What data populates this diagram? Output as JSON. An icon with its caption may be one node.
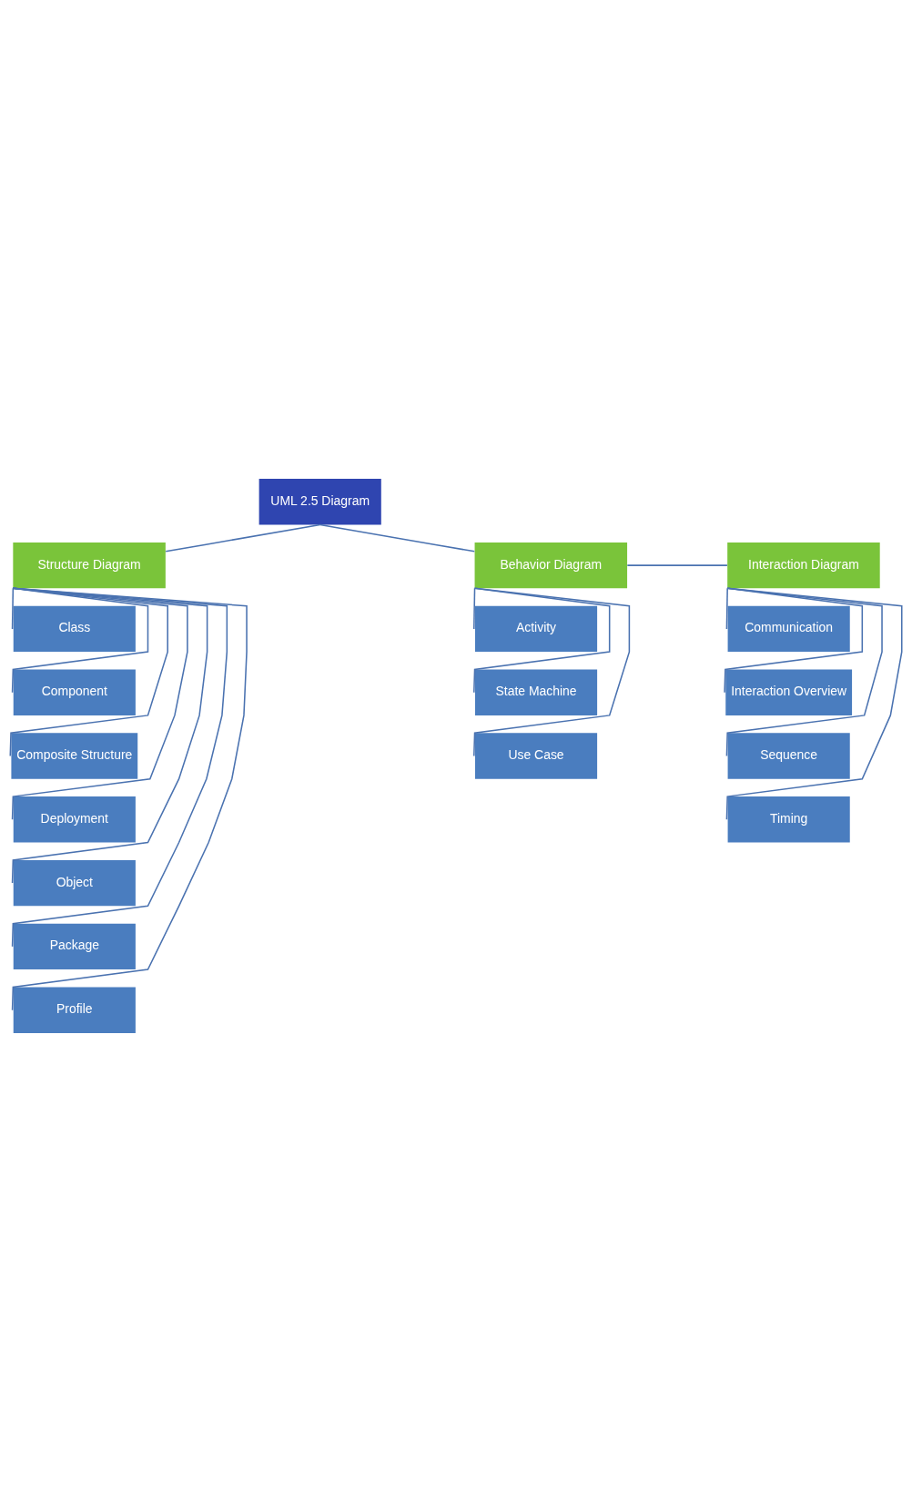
{
  "diagram": {
    "nodes": [
      {
        "text": [
          "UML 2.5 Diagram"
        ]
      },
      {
        "text": [
          "Structure Diagram"
        ]
      },
      {
        "text": [
          "Behavior Diagram"
        ]
      },
      {
        "text": [
          "Interaction Diagram"
        ]
      },
      {
        "text": [
          "Class"
        ]
      },
      {
        "text": [
          "Component"
        ]
      },
      {
        "text": [
          "Composite Structure"
        ]
      },
      {
        "text": [
          "Deployment"
        ]
      },
      {
        "text": [
          "Object"
        ]
      },
      {
        "text": [
          "Package"
        ]
      },
      {
        "text": [
          "Profile"
        ]
      },
      {
        "text": [
          "Activity"
        ]
      },
      {
        "text": [
          "State Machine"
        ]
      },
      {
        "text": [
          "Use Case"
        ]
      },
      {
        "text": [
          "Communication"
        ]
      },
      {
        "text": [
          "Interaction Overview"
        ]
      },
      {
        "text": [
          "Sequence"
        ]
      },
      {
        "text": [
          "Timing"
        ]
      }
    ],
    "edges": [
      {
        "from": 0,
        "to": 1,
        "arrow": "none"
      },
      {
        "from": 0,
        "to": 2,
        "arrow": "none"
      },
      {
        "from": 2,
        "to": 3,
        "arrow": "none"
      },
      {
        "from": 1,
        "to": 4,
        "arrow": "none"
      },
      {
        "from": 1,
        "to": 5,
        "arrow": "none"
      },
      {
        "from": 1,
        "to": 6,
        "arrow": "none"
      },
      {
        "from": 1,
        "to": 7,
        "arrow": "none"
      },
      {
        "from": 1,
        "to": 8,
        "arrow": "none"
      },
      {
        "from": 1,
        "to": 9,
        "arrow": "none"
      },
      {
        "from": 1,
        "to": 10,
        "arrow": "none"
      },
      {
        "from": 2,
        "to": 11,
        "arrow": "none"
      },
      {
        "from": 2,
        "to": 12,
        "arrow": "none"
      },
      {
        "from": 2,
        "to": 13,
        "arrow": "none"
      },
      {
        "from": 3,
        "to": 14,
        "arrow": "none"
      },
      {
        "from": 3,
        "to": 15,
        "arrow": "none"
      },
      {
        "from": 3,
        "to": 16,
        "arrow": "none"
      },
      {
        "from": 3,
        "to": 17,
        "arrow": "none"
      }
    ]
  }
}
